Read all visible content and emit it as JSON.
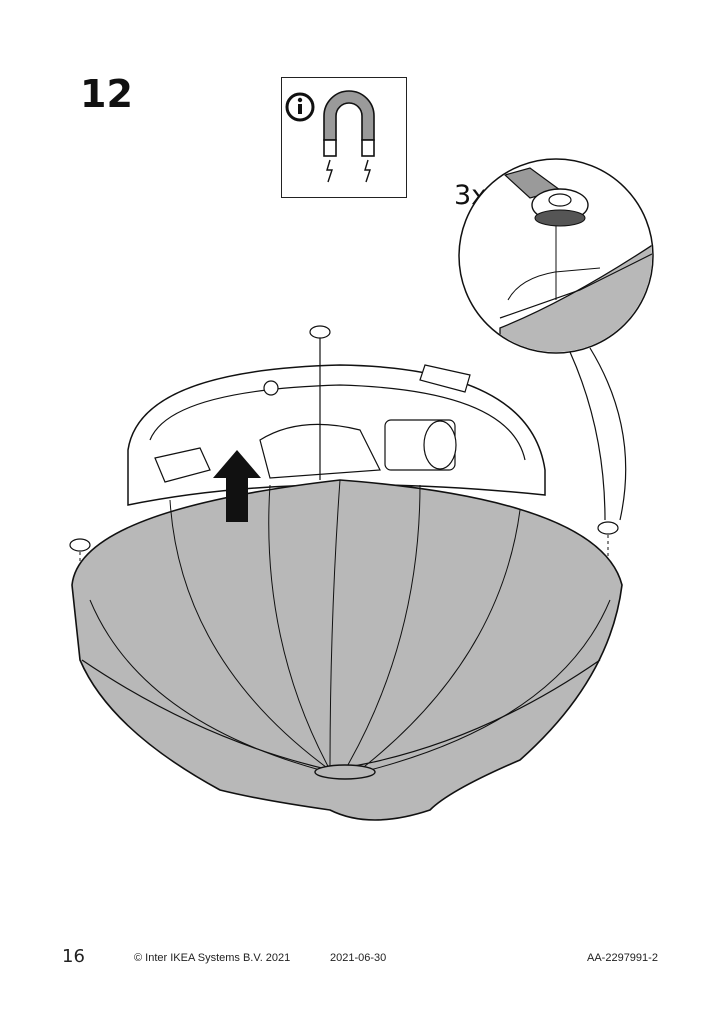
{
  "step": {
    "number": "12"
  },
  "callout": {
    "quantity": "3x"
  },
  "info": {
    "icon": "info-icon",
    "tool": "magnet-icon"
  },
  "footer": {
    "page_number": "16",
    "copyright": "© Inter IKEA Systems B.V. 2021",
    "date": "2021-06-30",
    "doc_id": "AA-2297991-2"
  },
  "colors": {
    "shade": "#b8b8b8",
    "line": "#111111",
    "arrow": "#111111"
  }
}
